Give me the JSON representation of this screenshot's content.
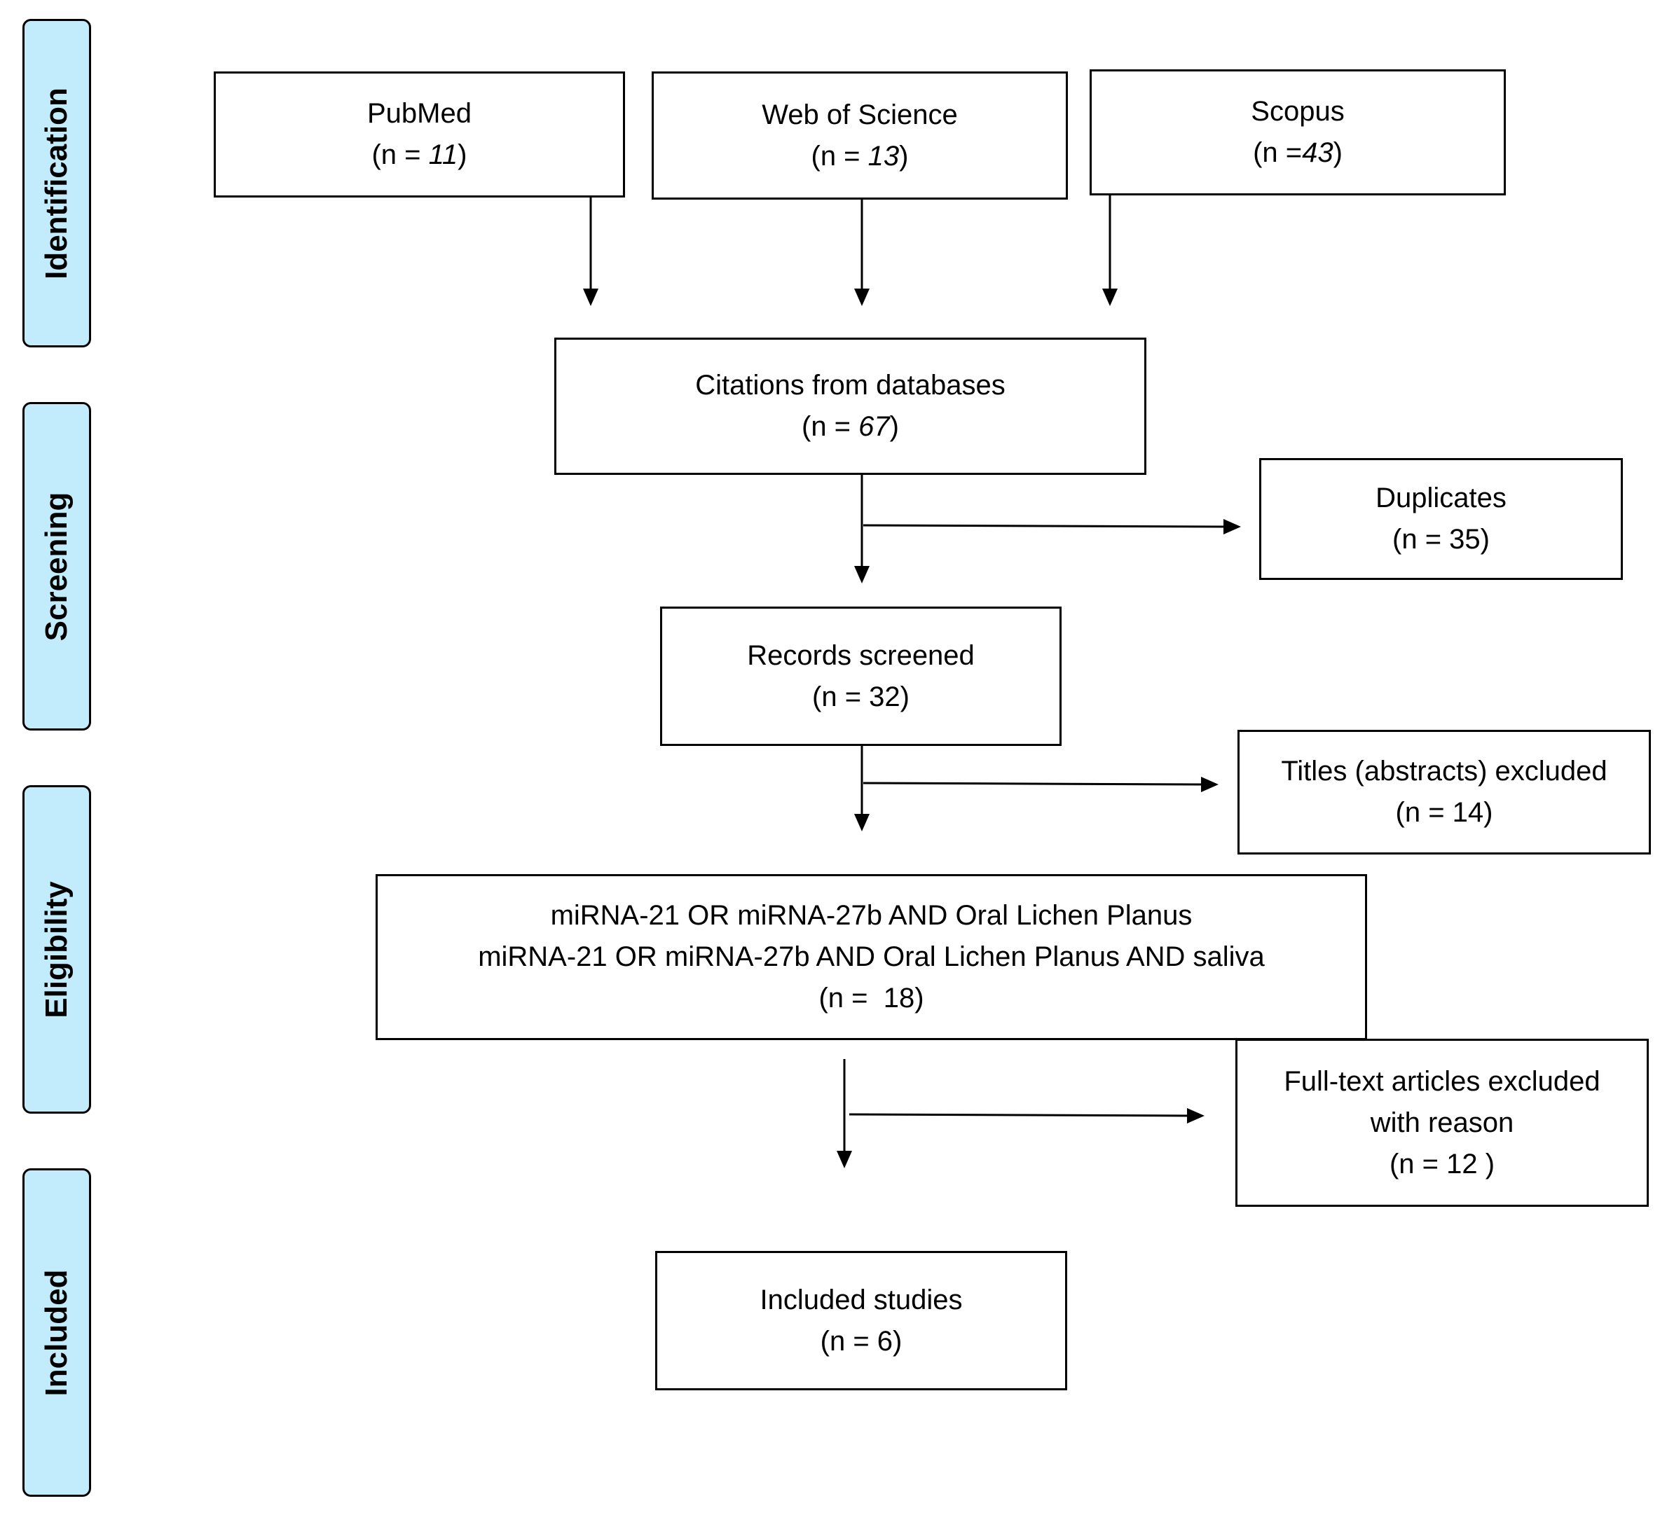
{
  "stages": [
    {
      "id": "identification",
      "label": "Identification"
    },
    {
      "id": "screening",
      "label": "Screening"
    },
    {
      "id": "eligibility",
      "label": "Eligibility"
    },
    {
      "id": "included",
      "label": "Included"
    }
  ],
  "boxes": {
    "pubmed": {
      "title": "PubMed",
      "count_prefix": "(n = ",
      "count_value": "11",
      "count_suffix": ")"
    },
    "wos": {
      "title": "Web of Science",
      "count_prefix": "(n = ",
      "count_value": "13",
      "count_suffix": ")"
    },
    "scopus": {
      "title": "Scopus",
      "count_prefix": "(n =",
      "count_value": "43",
      "count_suffix": ")"
    },
    "citations": {
      "title": "Citations from databases",
      "count_prefix": "(n = ",
      "count_value": "67",
      "count_suffix": ")"
    },
    "duplicates": {
      "title": "Duplicates",
      "count": "(n = 35)"
    },
    "screened": {
      "title": "Records screened",
      "count": "(n = 32)"
    },
    "titles_excluded": {
      "title": "Titles (abstracts) excluded",
      "count": "(n = 14)"
    },
    "eligibility": {
      "line1": "miRNA-21 OR miRNA-27b AND Oral Lichen Planus",
      "line2": "miRNA-21 OR miRNA-27b AND Oral Lichen Planus AND saliva",
      "count": "(n =  18)"
    },
    "fulltext_excluded": {
      "line1": "Full-text articles excluded",
      "line2": "with reason",
      "count": "(n = 12 )"
    },
    "included": {
      "title": "Included studies",
      "count": "(n = 6)"
    }
  }
}
